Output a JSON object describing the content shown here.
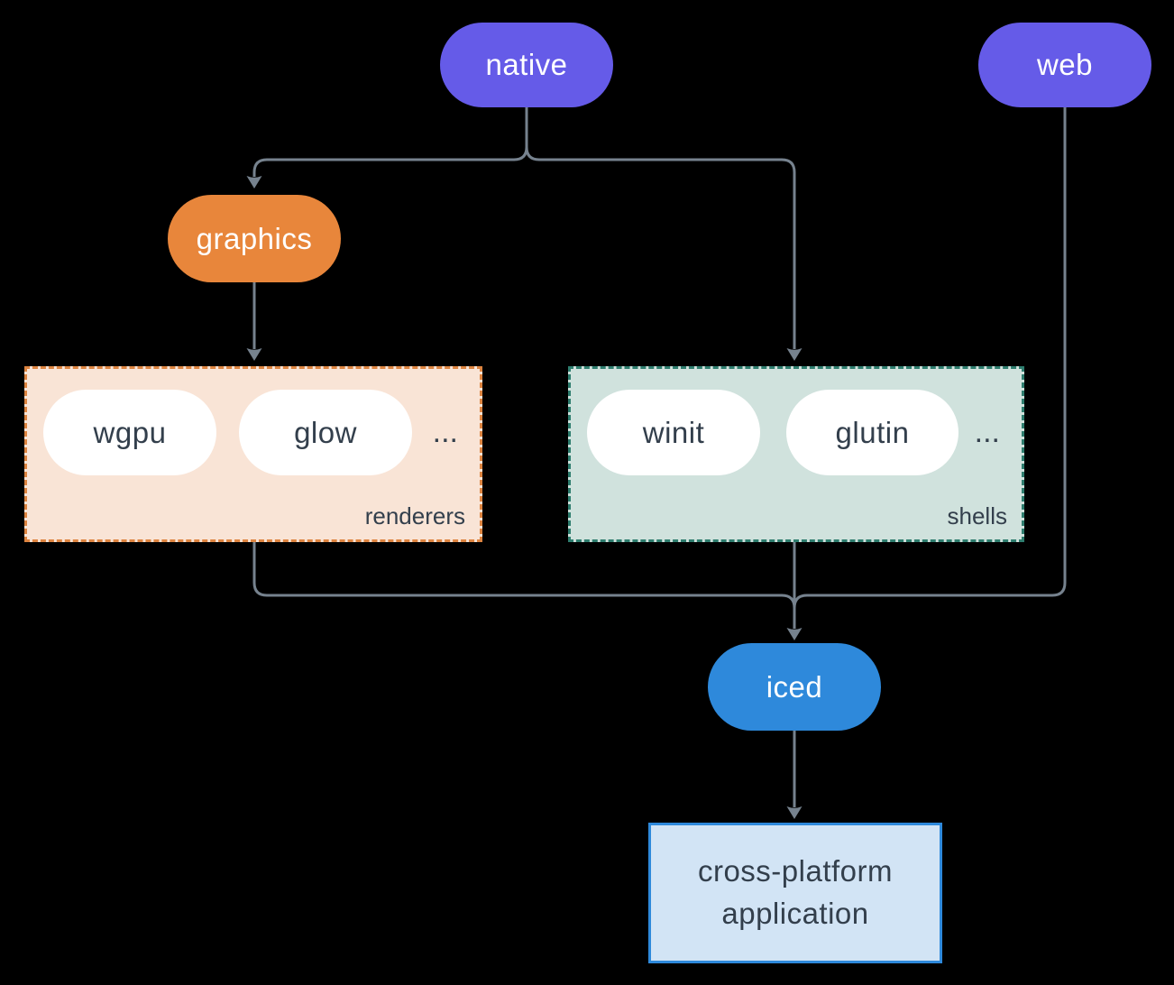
{
  "nodes": {
    "native": {
      "label": "native"
    },
    "web": {
      "label": "web"
    },
    "graphics": {
      "label": "graphics"
    },
    "iced": {
      "label": "iced"
    },
    "application": {
      "line1": "cross-platform",
      "line2": "application"
    }
  },
  "groups": {
    "renderers": {
      "label": "renderers",
      "items": [
        "wgpu",
        "glow"
      ],
      "ellipsis": "..."
    },
    "shells": {
      "label": "shells",
      "items": [
        "winit",
        "glutin"
      ],
      "ellipsis": "..."
    }
  },
  "palette": {
    "background": "#000000",
    "node_purple": "#655be8",
    "node_orange": "#e8863b",
    "node_blue": "#2e89db",
    "node_white": "#ffffff",
    "renderers_fill": "#f9e4d6",
    "renderers_border": "#dd8440",
    "shells_fill": "#d0e2dd",
    "shells_border": "#2e7d6e",
    "app_fill": "#d2e4f5",
    "app_border": "#2e89db",
    "edge_color": "#76828e",
    "dark_text": "#333f4c",
    "light_text": "#ffffff"
  }
}
